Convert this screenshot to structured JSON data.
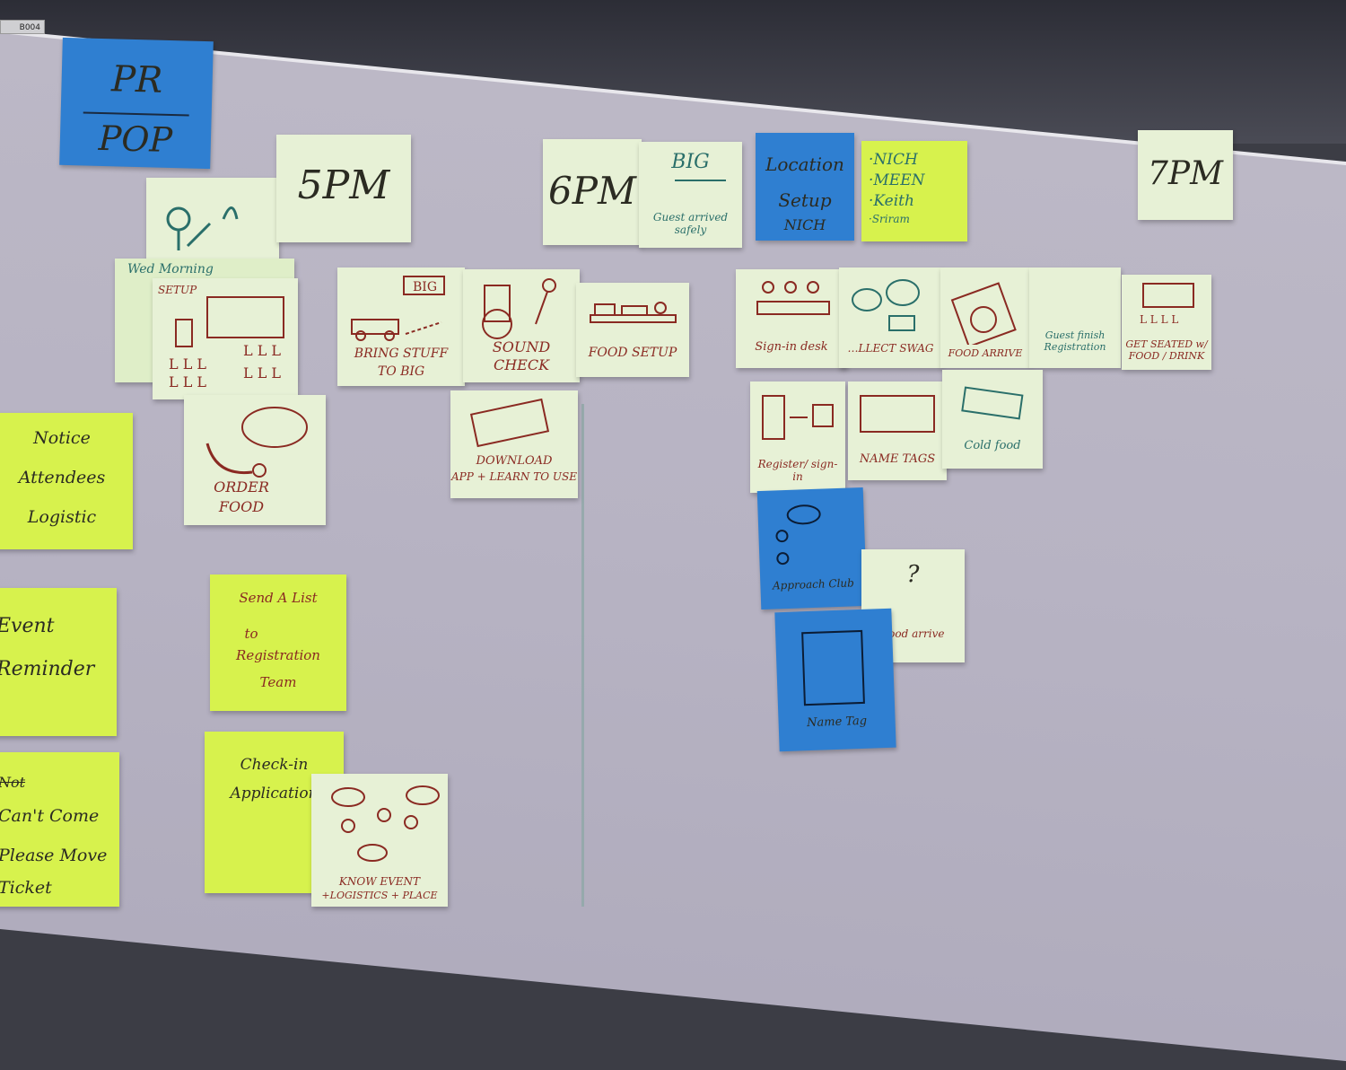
{
  "board_tag": "B004",
  "notes": {
    "pr_pop_top": "PR",
    "pr_pop_bottom": "POP",
    "time_5pm": "5PM",
    "time_6pm": "6PM",
    "big_label": "BIG",
    "guest_arrived": "Guest arrived safely",
    "location_setup_1": "Location",
    "location_setup_2": "Setup",
    "location_setup_3": "NICH",
    "names": [
      "·NICH",
      "·MEEN",
      "·Keith",
      "·Sriram"
    ],
    "time_7pm": "7PM",
    "wed_morning": "Wed Morning",
    "setup": "SETUP",
    "bring_stuff_1": "BRING STUFF",
    "bring_stuff_2": "TO BIG",
    "big_sign": "BIG",
    "sound_check_1": "SOUND",
    "sound_check_2": "CHECK",
    "food_setup": "FOOD SETUP",
    "sign_in_desk": "Sign-in desk",
    "collect_swag": "…LLECT SWAG",
    "food_arrive": "FOOD ARRIVE",
    "guest_finish": "Guest finish Registration",
    "get_seated": "GET SEATED w/ FOOD / DRINK",
    "order_food_1": "ORDER",
    "order_food_2": "FOOD",
    "download_app_1": "DOWNLOAD",
    "download_app_2": "APP + LEARN TO USE",
    "register_sign_in": "Register/ sign-in",
    "name_tags": "NAME TAGS",
    "cold_food": "Cold food",
    "approach_club": "Approach Club",
    "question": "?",
    "food_arrive_2": "Food arrive",
    "name_tag_blue": "Name Tag",
    "notice_attendees": [
      "Notice",
      "Attendees",
      "Logistic"
    ],
    "event_reminder": [
      "Event",
      "Reminder"
    ],
    "send_list": [
      "Send A List",
      "to",
      "Registration",
      "Team"
    ],
    "cant_come": [
      "Not",
      "Can't Come",
      "Please Move",
      "Ticket"
    ],
    "check_in": [
      "Check-in",
      "Application"
    ],
    "know_event_1": "KNOW EVENT",
    "know_event_2": "+LOGISTICS + PLACE"
  }
}
